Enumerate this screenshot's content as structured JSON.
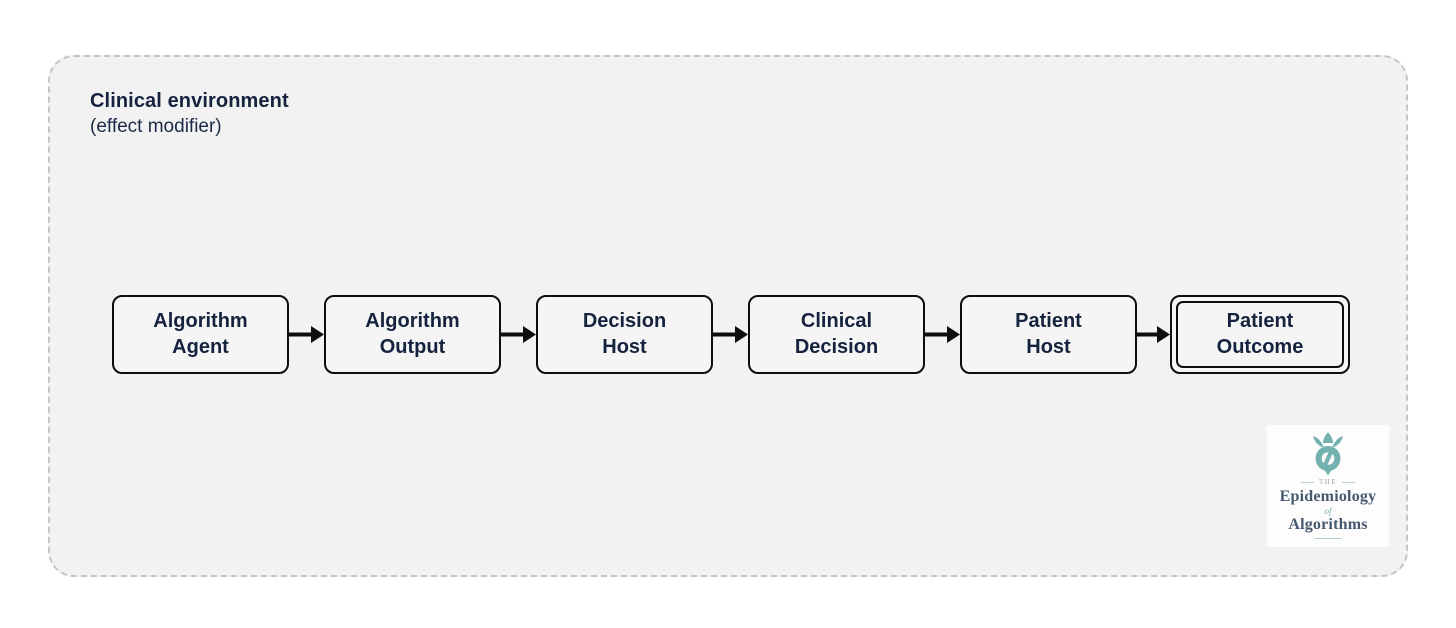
{
  "panel": {
    "title": "Clinical environment",
    "subtitle": "(effect modifier)"
  },
  "flow": {
    "nodes": [
      {
        "line1": "Algorithm",
        "line2": "Agent"
      },
      {
        "line1": "Algorithm",
        "line2": "Output"
      },
      {
        "line1": "Decision",
        "line2": "Host"
      },
      {
        "line1": "Clinical",
        "line2": "Decision"
      },
      {
        "line1": "Patient",
        "line2": "Host"
      },
      {
        "line1": "Patient",
        "line2": "Outcome"
      }
    ],
    "outcome_node_style": "double-border"
  },
  "logo": {
    "prefix": "THE",
    "word1": "Epidemiology",
    "word2": "of",
    "word3": "Algorithms",
    "icon": "tulip-pomegranate-icon"
  },
  "colors": {
    "navy_text": "#15233f",
    "teal": "#74b2b0",
    "panel_bg": "#f2f2f2",
    "panel_border": "#c5c5c5",
    "node_border": "#0e0e0e",
    "node_bg": "#f5f5f5",
    "logo_text": "#46596f"
  }
}
